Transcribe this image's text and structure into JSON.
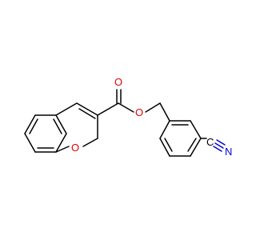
{
  "molecule": {
    "atoms": {
      "carbonyl_oxygen": "O",
      "ester_oxygen": "O",
      "ring_oxygen": "O",
      "nitrile_carbon": "C",
      "nitrile_nitrogen": "N"
    },
    "colors": {
      "bond": "#000000",
      "oxygen": "#e00000",
      "nitrogen": "#0000d8"
    }
  }
}
